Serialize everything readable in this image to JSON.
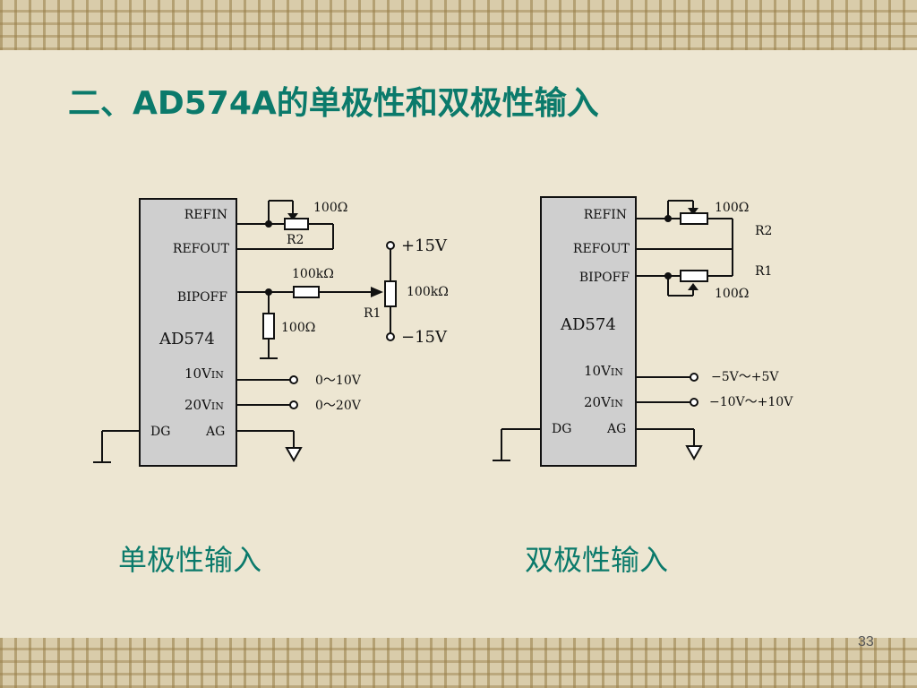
{
  "title": "二、AD574A的单极性和双极性输入",
  "unipolar": {
    "caption": "单极性输入",
    "chip_name": "AD574",
    "pins": {
      "refin": "REFIN",
      "refout": "REFOUT",
      "bipoff": "BIPOFF",
      "v10": "10V",
      "v20": "20V",
      "in_sub": "IN",
      "dg": "DG",
      "ag": "AG"
    },
    "r2_value": "100Ω",
    "r2_name": "R2",
    "r_series": "100kΩ",
    "r1_value": "100kΩ",
    "r1_name": "R1",
    "r_shunt": "100Ω",
    "plus": "+15V",
    "minus": "−15V",
    "range10": "0～10V",
    "range20": "0～20V"
  },
  "bipolar": {
    "caption": "双极性输入",
    "chip_name": "AD574",
    "pins": {
      "refin": "REFIN",
      "refout": "REFOUT",
      "bipoff": "BIPOFF",
      "v10": "10V",
      "v20": "20V",
      "in_sub": "IN",
      "dg": "DG",
      "ag": "AG"
    },
    "r2_value": "100Ω",
    "r2_name": "R2",
    "r1_name": "R1",
    "r1_value": "100Ω",
    "range10": "−5V～+5V",
    "range20": "−10V～+10V"
  },
  "page_number": "33"
}
